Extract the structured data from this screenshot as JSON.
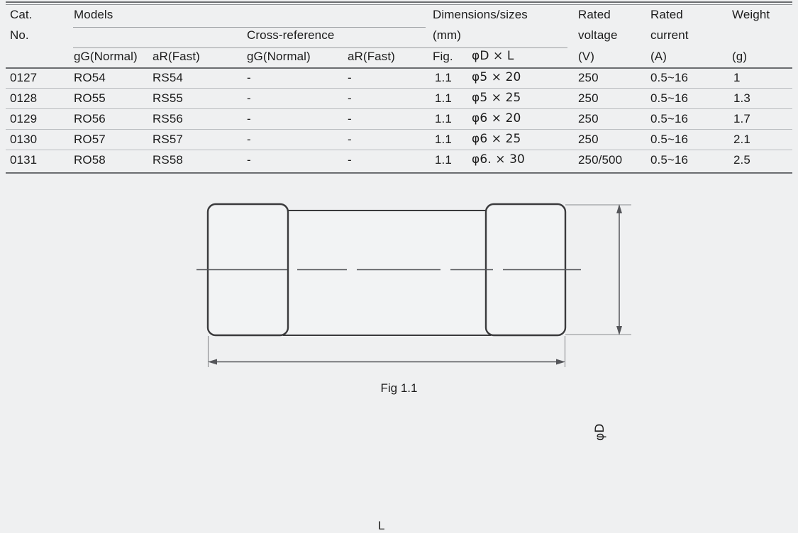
{
  "table": {
    "group_headers": [
      {
        "label": "Models"
      },
      {
        "label": "Cross-reference"
      },
      {
        "label": "Dimensions/sizes"
      }
    ],
    "columns": {
      "cat_line1": "Cat.",
      "cat_line2": "No.",
      "models_group": "Models",
      "crossref_group": "Cross-reference",
      "dimensions_line1": "Dimensions/sizes",
      "dimensions_line2": "(mm)",
      "models_gg": "gG(Normal)",
      "models_ar": "aR(Fast)",
      "xref_gg": "gG(Normal)",
      "xref_ar": "aR(Fast)",
      "fig": "Fig.",
      "dia_len": "φD × L",
      "voltage_line1": "Rated",
      "voltage_line2": "voltage",
      "voltage_unit": "(V)",
      "current_line1": "Rated",
      "current_line2": "current",
      "current_unit": "(A)",
      "weight_line1": "Weight",
      "weight_unit": "(g)"
    },
    "rows": [
      {
        "cat_no": "0127",
        "models_gg": "RO54",
        "models_ar": "RS54",
        "xref_gg": "-",
        "xref_ar": "-",
        "fig": "1.1",
        "dia_len": "φ5 × 20",
        "voltage": "250",
        "current": "0.5~16",
        "weight": "1"
      },
      {
        "cat_no": "0128",
        "models_gg": "RO55",
        "models_ar": "RS55",
        "xref_gg": "-",
        "xref_ar": "-",
        "fig": "1.1",
        "dia_len": "φ5 × 25",
        "voltage": "250",
        "current": "0.5~16",
        "weight": "1.3"
      },
      {
        "cat_no": "0129",
        "models_gg": "RO56",
        "models_ar": "RS56",
        "xref_gg": "-",
        "xref_ar": "-",
        "fig": "1.1",
        "dia_len": "φ6 × 20",
        "voltage": "250",
        "current": "0.5~16",
        "weight": "1.7"
      },
      {
        "cat_no": "0130",
        "models_gg": "RO57",
        "models_ar": "RS57",
        "xref_gg": "-",
        "xref_ar": "-",
        "fig": "1.1",
        "dia_len": "φ6 × 25",
        "voltage": "250",
        "current": "0.5~16",
        "weight": "2.1"
      },
      {
        "cat_no": "0131",
        "models_gg": "RO58",
        "models_ar": "RS58",
        "xref_gg": "-",
        "xref_ar": "-",
        "fig": "1.1",
        "dia_len": "φ6. × 30",
        "voltage": "250/500",
        "current": "0.5~16",
        "weight": "2.5"
      }
    ]
  },
  "figure": {
    "caption": "Fig 1.1",
    "diameter_label": "φD",
    "length_label": "L"
  },
  "colors": {
    "background": "#eff0f1",
    "text": "#1c1c1c",
    "rule_heavy": "#6b6d70",
    "rule_light": "#b9bcbf",
    "drawing_stroke": "#3a3a3c",
    "dimension_stroke": "#55565a"
  }
}
